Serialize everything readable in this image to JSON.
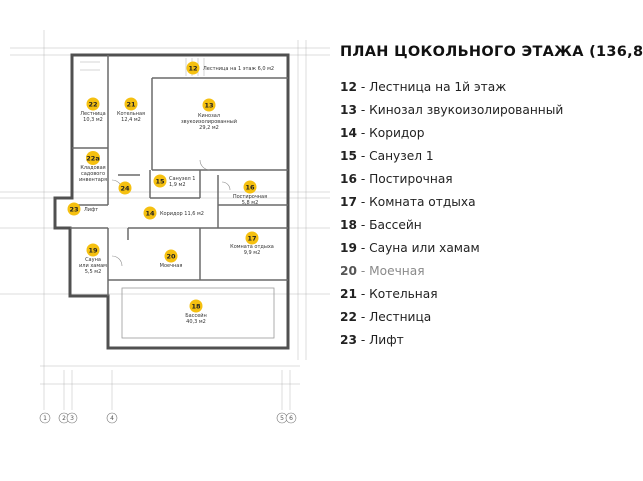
{
  "legend": {
    "title": "ПЛАН ЦОКОЛЬНОГО ЭТАЖА (136,8",
    "items": [
      {
        "num": "12",
        "text": "Лестница на 1й этаж",
        "dim": false
      },
      {
        "num": "13",
        "text": "Кинозал звукоизолированный",
        "dim": false
      },
      {
        "num": "14",
        "text": "Коридор",
        "dim": false
      },
      {
        "num": "15",
        "text": "Санузел 1",
        "dim": false
      },
      {
        "num": "16",
        "text": "Постирочная",
        "dim": false
      },
      {
        "num": "17",
        "text": "Комната отдыха",
        "dim": false
      },
      {
        "num": "18",
        "text": "Бассейн",
        "dim": false
      },
      {
        "num": "19",
        "text": "Сауна или хамам",
        "dim": false
      },
      {
        "num": "20",
        "text": "Моечная",
        "dim": true
      },
      {
        "num": "21",
        "text": "Котельная",
        "dim": false
      },
      {
        "num": "22",
        "text": "Лестница",
        "dim": false
      },
      {
        "num": "23",
        "text": "Лифт",
        "dim": false
      }
    ]
  },
  "plan": {
    "marker_color": "#f5c010",
    "rooms": [
      {
        "num": "12",
        "lines": [
          "Лестница на 1 этаж   6,0 м2"
        ]
      },
      {
        "num": "13",
        "lines": [
          "Кинозал",
          "звукоизолированный",
          "29,2 м2"
        ]
      },
      {
        "num": "14",
        "lines": [
          "Коридор   11,6 м2"
        ]
      },
      {
        "num": "15",
        "lines": [
          "Санузел 1",
          "1,9 м2"
        ]
      },
      {
        "num": "16",
        "lines": [
          "Постирочная",
          "5,8 м2"
        ]
      },
      {
        "num": "17",
        "lines": [
          "Комната отдыха",
          "9,9 м2"
        ]
      },
      {
        "num": "18",
        "lines": [
          "Бассейн",
          "40,3 м2"
        ]
      },
      {
        "num": "19",
        "lines": [
          "Сауна",
          "или хамам",
          "5,5 м2"
        ]
      },
      {
        "num": "20",
        "lines": [
          "Моечная"
        ]
      },
      {
        "num": "21",
        "lines": [
          "Котельная",
          "12,4 м2"
        ]
      },
      {
        "num": "22",
        "lines": [
          "Лестница",
          "10,3 м2"
        ]
      },
      {
        "num": "22а",
        "lines": [
          "Кладовая",
          "садового",
          "инвентаря"
        ]
      },
      {
        "num": "23",
        "lines": [
          "Лифт"
        ]
      },
      {
        "num": "24",
        "lines": []
      }
    ],
    "axes": [
      "1",
      "2",
      "3",
      "4",
      "5",
      "6"
    ]
  }
}
